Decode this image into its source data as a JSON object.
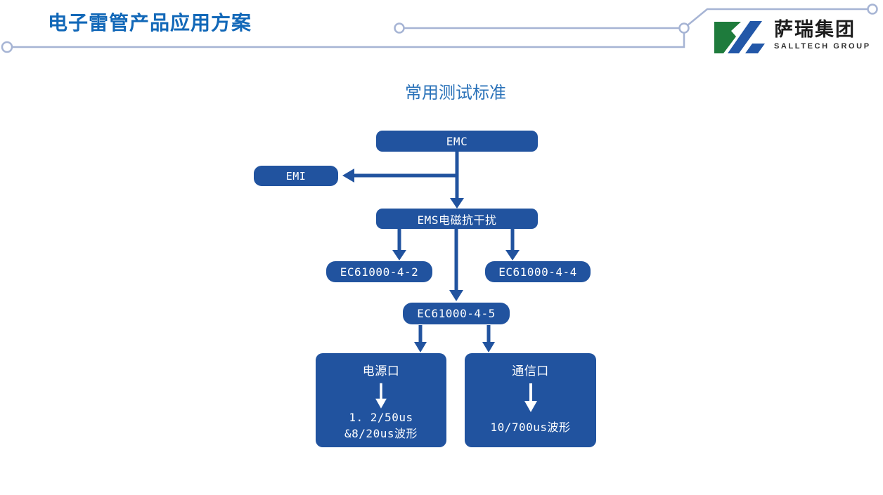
{
  "header": {
    "title": "电子雷管产品应用方案",
    "logo": {
      "icon": "salltech-logo-icon",
      "name": "萨瑞集团",
      "subtitle": "SALLTECH GROUP"
    }
  },
  "diagram": {
    "title": "常用测试标准",
    "nodes": {
      "emc": "EMC",
      "emi": "EMI",
      "ems": "EMS电磁抗干扰",
      "iec2": "EC61000-4-2",
      "iec4": "EC61000-4-4",
      "iec5": "EC61000-4-5",
      "power": {
        "label": "电源口",
        "line1": "1. 2/50us",
        "line2": "&8/20us波形"
      },
      "comm": {
        "label": "通信口",
        "line1": "10/700us波形"
      }
    }
  },
  "colors": {
    "node_blue": "#21539f",
    "title_blue": "#1268b8",
    "subtitle_blue": "#2a72b9",
    "deco_line": "#a6b4d4",
    "logo_green": "#1e7b3c",
    "logo_blue": "#2257a8",
    "node_text": "#ffffff"
  }
}
